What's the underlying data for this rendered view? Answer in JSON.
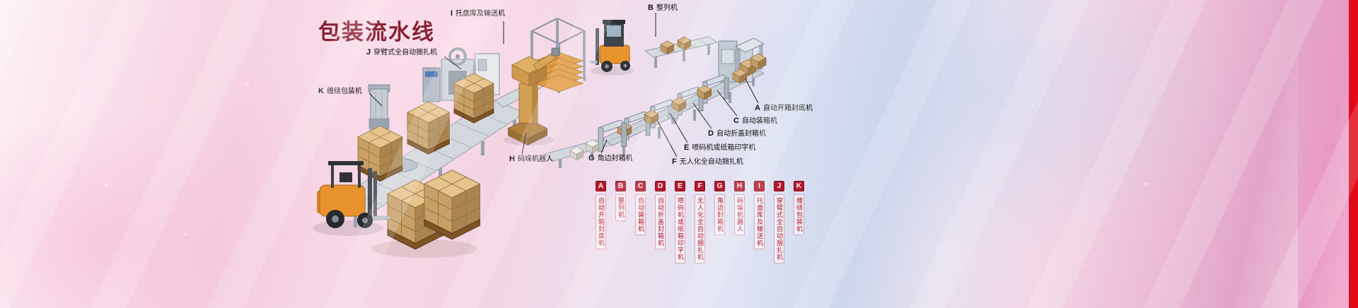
{
  "title": "包装流水线",
  "callouts": [
    {
      "letter": "I",
      "label": "托盘库及输送机"
    },
    {
      "letter": "B",
      "label": "整列机"
    },
    {
      "letter": "J",
      "label": "穿臂式全自动捆扎机"
    },
    {
      "letter": "K",
      "label": "缠绕包装机"
    },
    {
      "letter": "H",
      "label": "码垛机器人"
    },
    {
      "letter": "G",
      "label": "角边封箱机"
    },
    {
      "letter": "F",
      "label": "无人化全自动捆扎机"
    },
    {
      "letter": "E",
      "label": "喷码机或纸箱印字机"
    },
    {
      "letter": "D",
      "label": "自动折盖封箱机"
    },
    {
      "letter": "C",
      "label": "自动装箱机"
    },
    {
      "letter": "A",
      "label": "自动开箱封底机"
    }
  ],
  "legend": {
    "items": [
      {
        "letter": "A",
        "label": "自动开箱封底机"
      },
      {
        "letter": "B",
        "label": "整列机"
      },
      {
        "letter": "C",
        "label": "自动装箱机"
      },
      {
        "letter": "D",
        "label": "自动折盖封箱机"
      },
      {
        "letter": "E",
        "label": "喷码机或纸箱印字机"
      },
      {
        "letter": "F",
        "label": "无人化全自动捆扎机"
      },
      {
        "letter": "G",
        "label": "角边封箱机"
      },
      {
        "letter": "H",
        "label": "码垛机器人"
      },
      {
        "letter": "I",
        "label": "托盘库及输送机"
      },
      {
        "letter": "J",
        "label": "穿臂式全自动捆扎机"
      },
      {
        "letter": "K",
        "label": "缠绕包装机"
      }
    ]
  },
  "colors": {
    "title": "#8a2034",
    "legend_red": "#b5182b",
    "edge_bar": "#e00a18"
  }
}
